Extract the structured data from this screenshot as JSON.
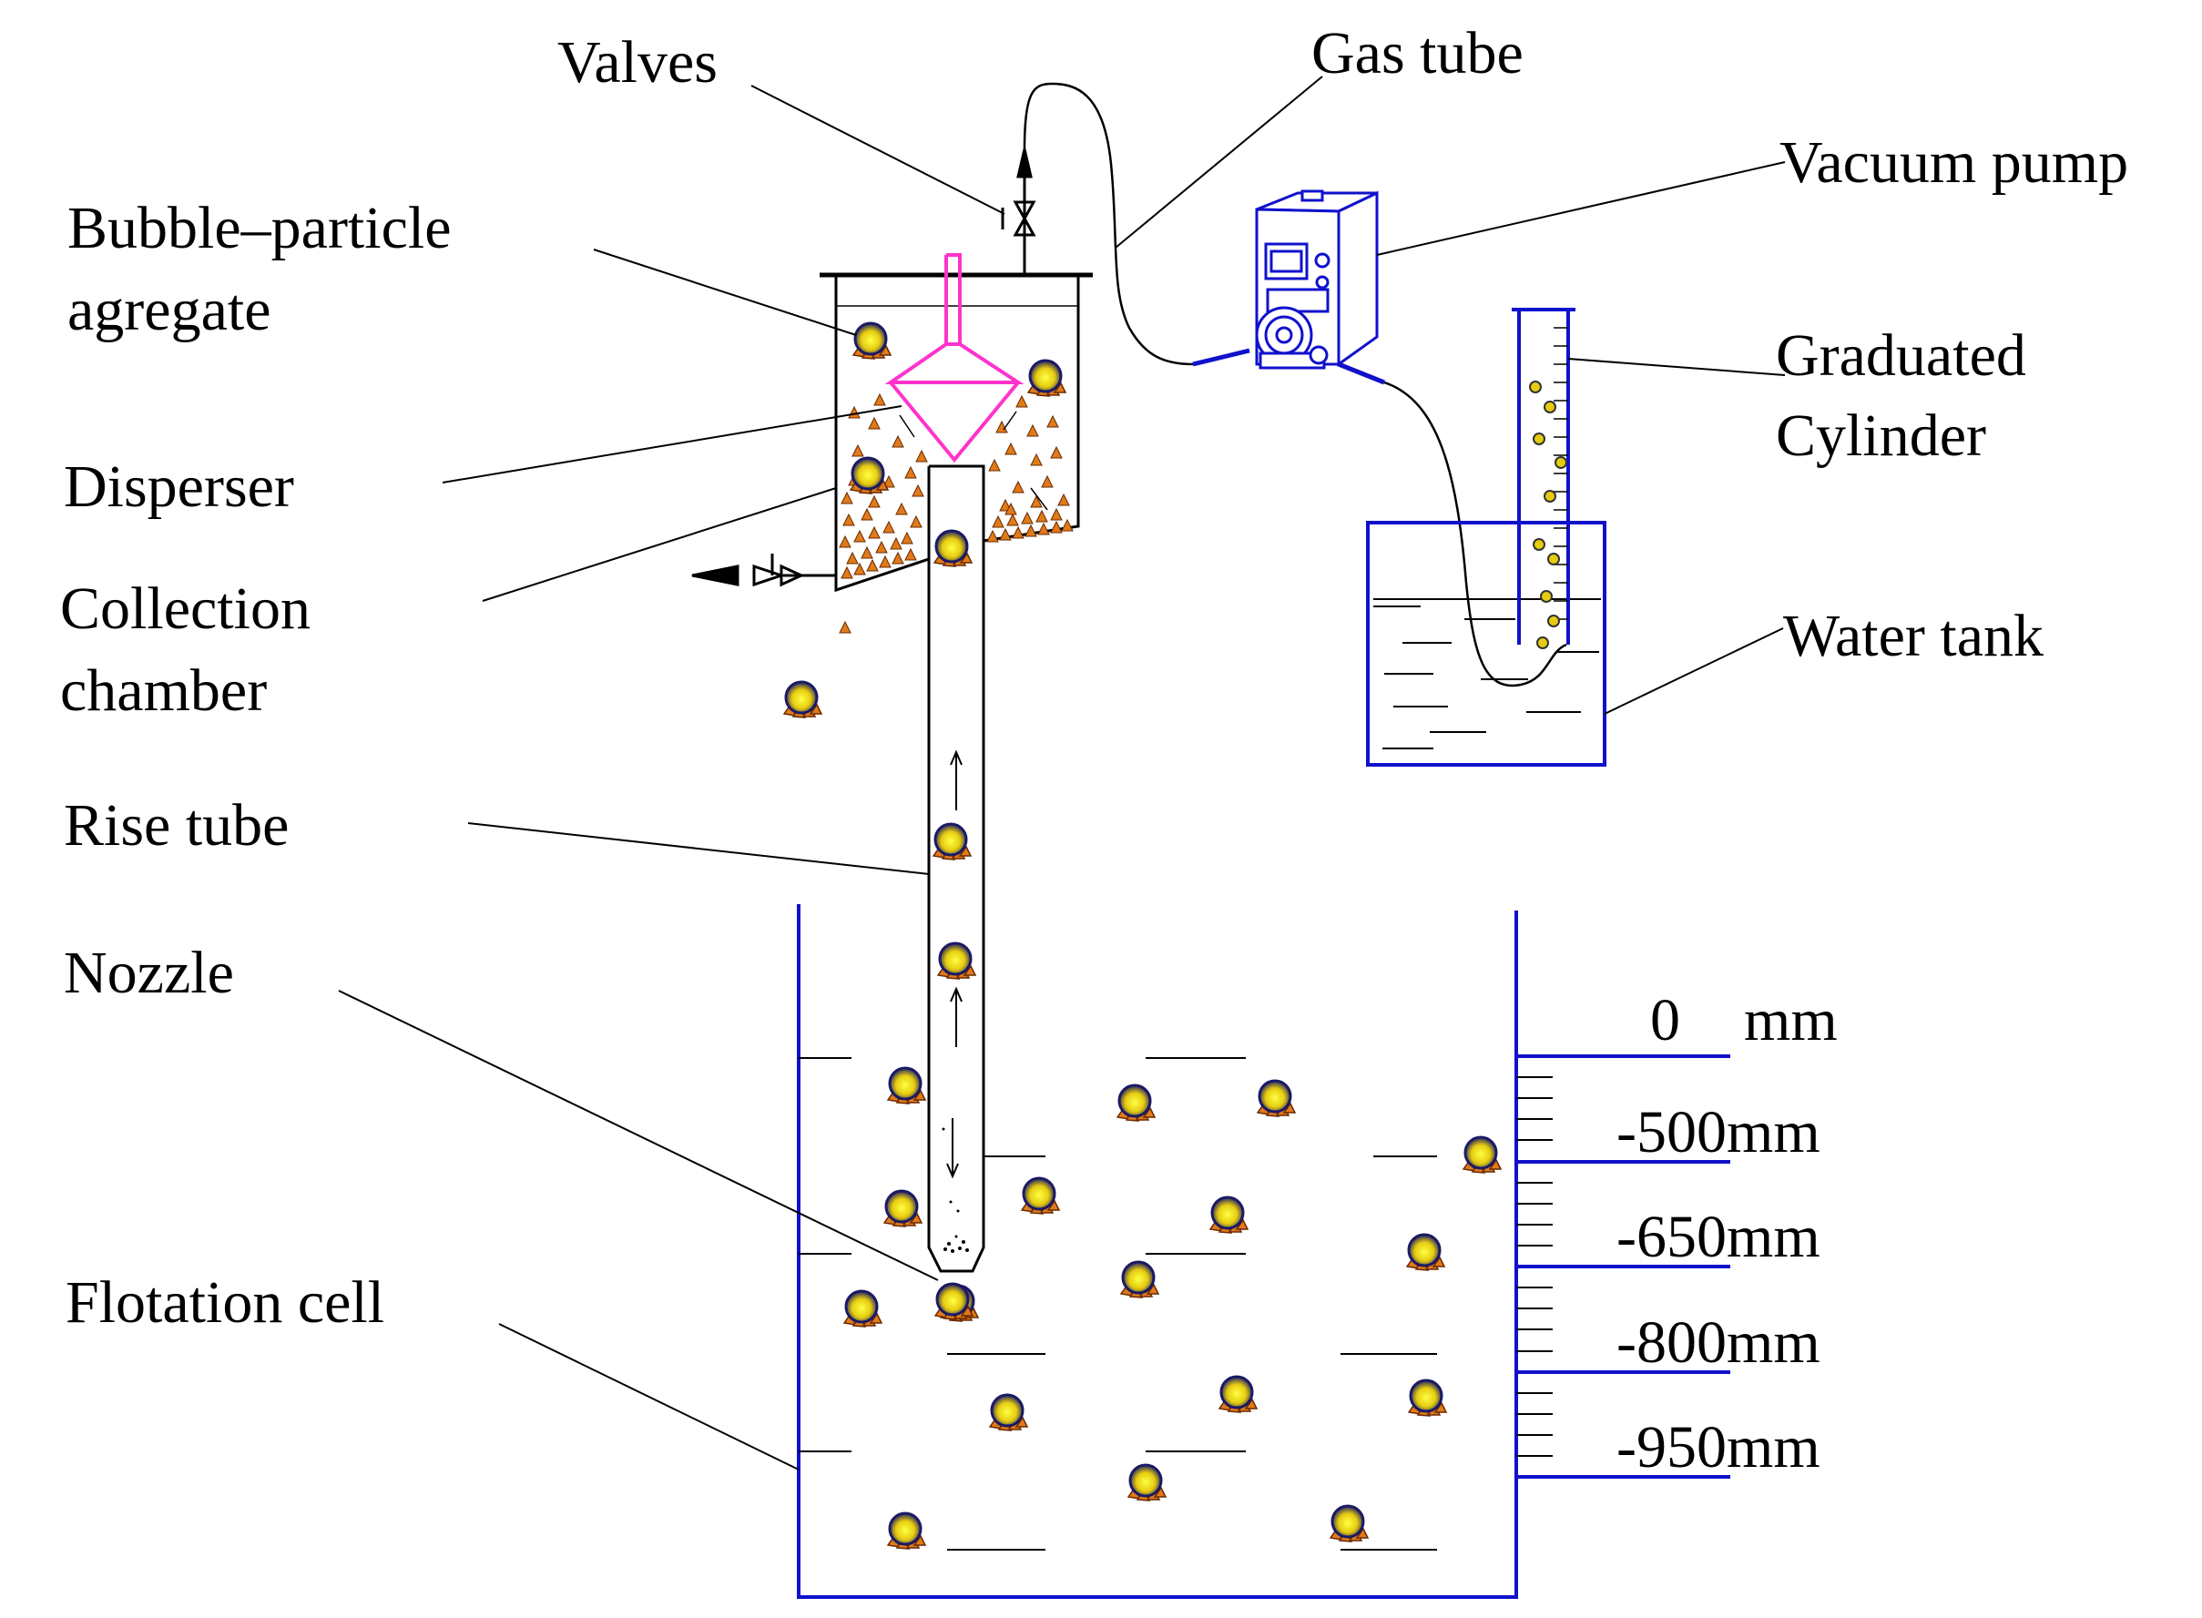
{
  "labels": {
    "valves": "Valves",
    "gas_tube": "Gas tube",
    "vacuum_pump": "Vacuum pump",
    "bubble_particle_1": "Bubble–particle",
    "bubble_particle_2": "agregate",
    "graduated_1": "Graduated",
    "graduated_2": "Cylinder",
    "disperser": "Disperser",
    "collection_1": "Collection",
    "collection_2": "chamber",
    "water_tank": "Water tank",
    "rise_tube": "Rise tube",
    "nozzle": "Nozzle",
    "flotation_cell": "Flotation cell"
  },
  "depth_scale": {
    "ticks": [
      {
        "value": "0",
        "unit": "mm"
      },
      {
        "value": "-500mm",
        "unit": ""
      },
      {
        "value": "-650mm",
        "unit": ""
      },
      {
        "value": "-800mm",
        "unit": ""
      },
      {
        "value": "-950mm",
        "unit": ""
      }
    ]
  },
  "colors": {
    "vessel_blue": "#1111cc",
    "disperser_magenta": "#ff33cc",
    "bubble_yellow": "#ffee22",
    "bubble_dark": "#1a1a66",
    "particle_orange": "#e07a1a"
  }
}
